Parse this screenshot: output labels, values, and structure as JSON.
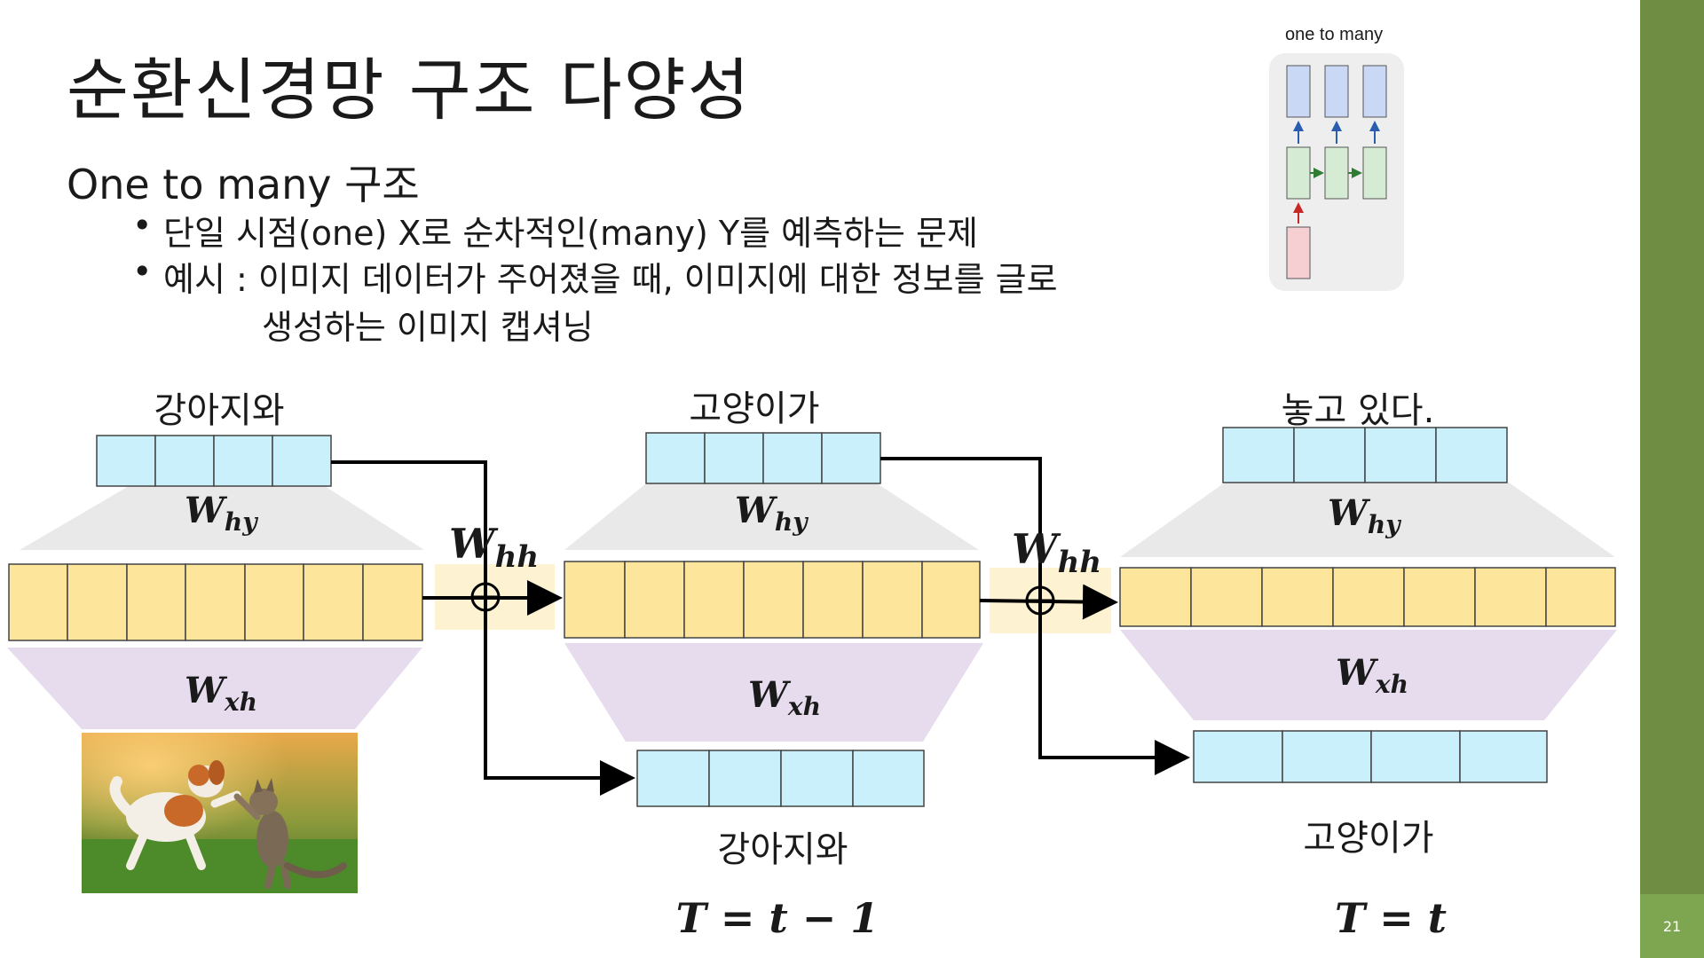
{
  "slide": {
    "title": "순환신경망 구조 다양성",
    "subtitle": "One to many 구조",
    "bullets": [
      "단일 시점(one) X로 순차적인(many) Y를 예측하는 문제",
      "예시 : 이미지 데이터가 주어졌을 때, 이미지에 대한 정보를 글로",
      "생성하는 이미지 캡셔닝"
    ],
    "bullet_symbol": "•",
    "page_number": "21"
  },
  "mini_diagram": {
    "caption": "one to many"
  },
  "diagram": {
    "output_words": [
      "강아지와",
      "고양이가",
      "놓고 있다."
    ],
    "input_words": [
      "강아지와",
      "고양이가"
    ],
    "weights": {
      "w": "W",
      "hy": "hy",
      "xh": "xh",
      "hh": "hh"
    },
    "time_labels": [
      "T = t − 1",
      "T = t"
    ]
  },
  "colors": {
    "output_box": "#c9f0fb",
    "hidden_box": "#fde59c",
    "fan_out": "#e9e9e9",
    "fan_in": "#e6dced",
    "hh_band": "#fdf3d2",
    "sidebar": "#6f8d43",
    "page_tab": "#7ea650"
  },
  "icons": [
    "plus-circle-icon",
    "arrow-right-icon",
    "dog-and-cat-photo"
  ]
}
